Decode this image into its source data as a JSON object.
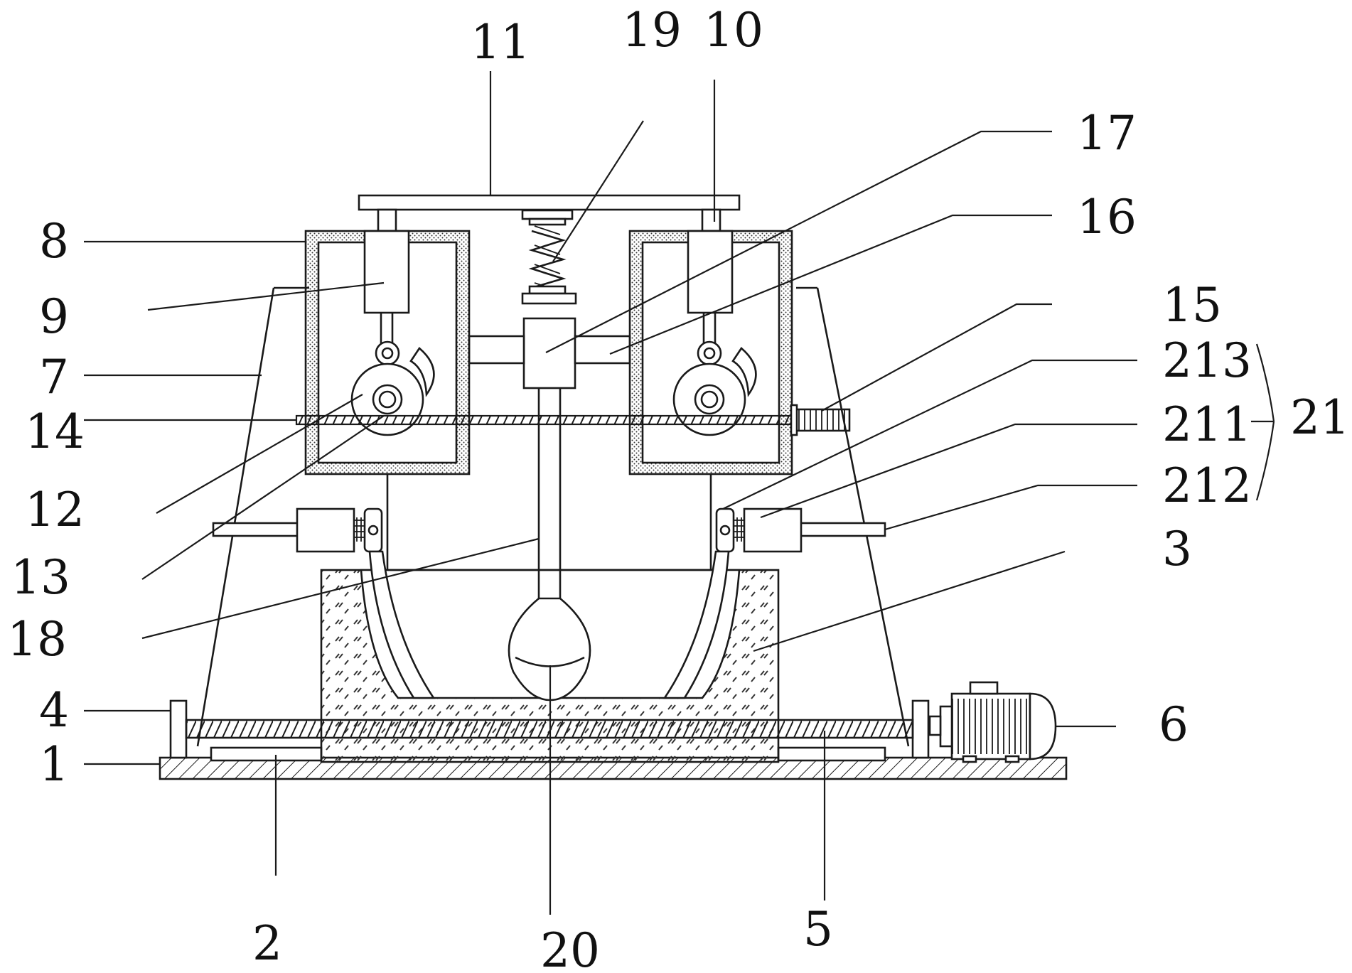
{
  "drawing": {
    "callouts": [
      "1",
      "2",
      "3",
      "4",
      "5",
      "6",
      "7",
      "8",
      "9",
      "10",
      "11",
      "12",
      "13",
      "14",
      "15",
      "16",
      "17",
      "18",
      "19",
      "20",
      "21",
      "211",
      "212",
      "213"
    ]
  },
  "colors": {
    "line": "#1a1a1a",
    "background": "#ffffff"
  }
}
